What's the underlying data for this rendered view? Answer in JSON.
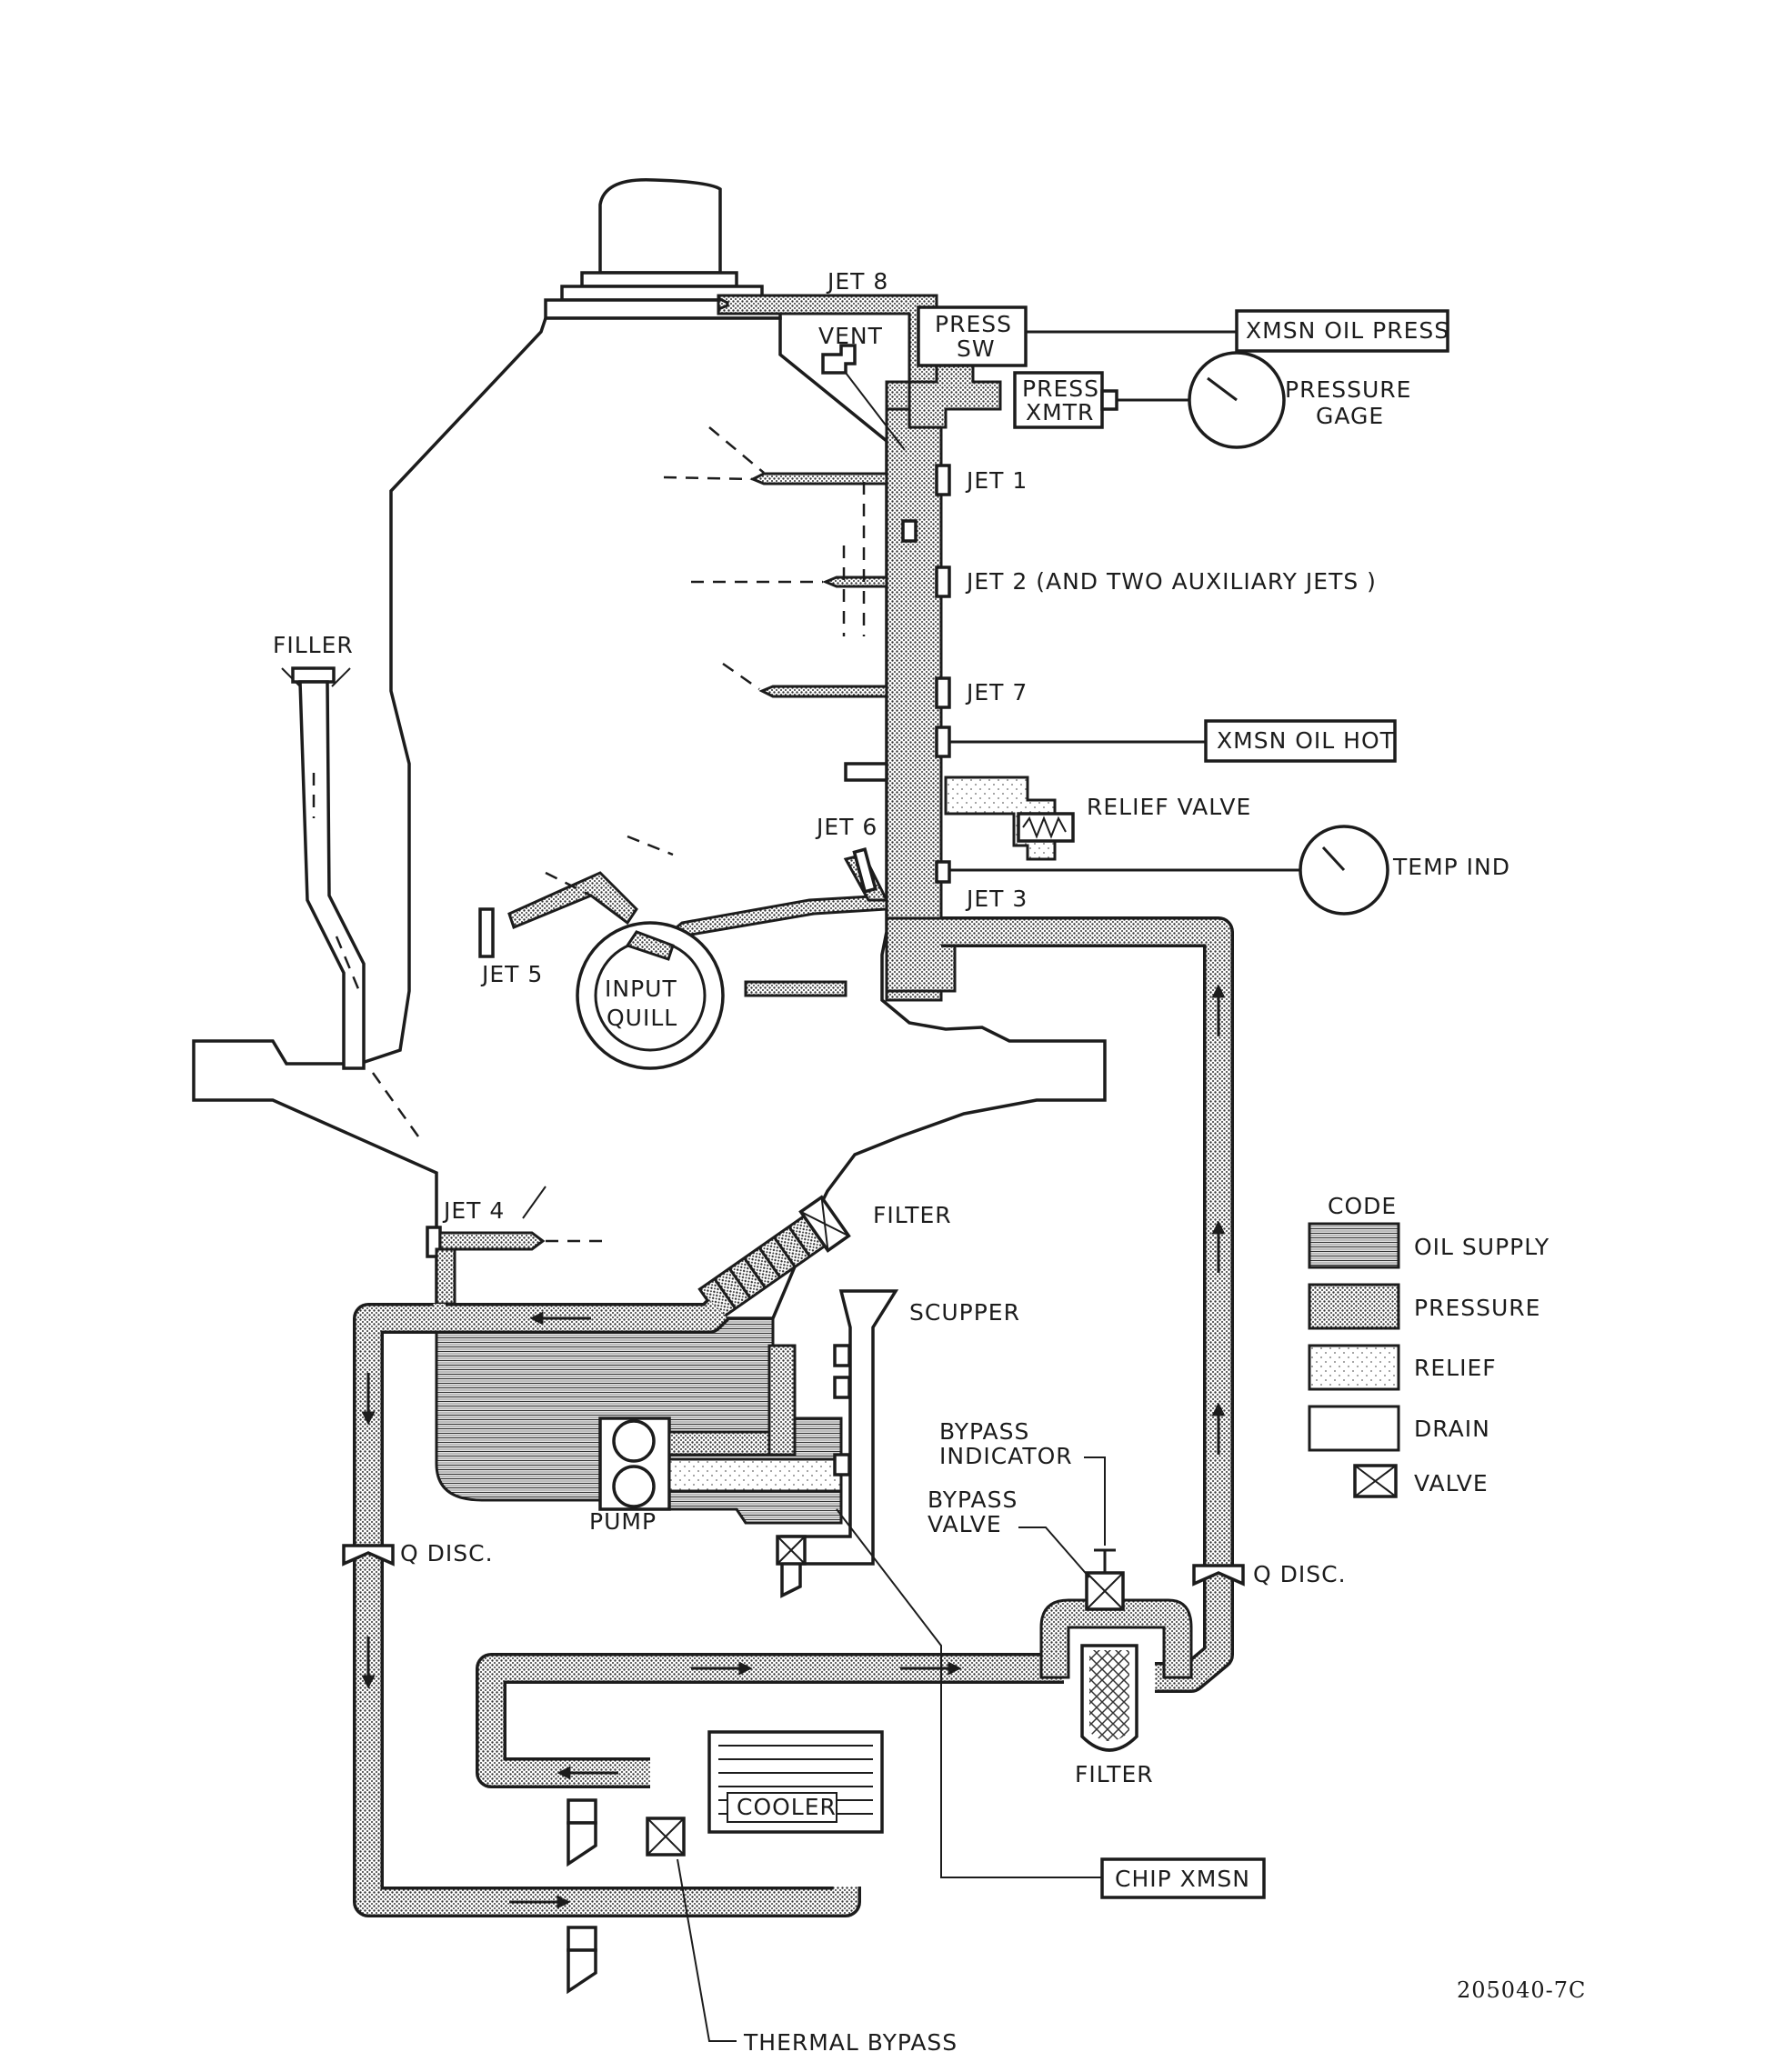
{
  "labels": {
    "jet8": "JET 8",
    "vent": "VENT",
    "press_sw": [
      "PRESS",
      "SW"
    ],
    "xmsn_oil_press": "XMSN OIL PRESS",
    "press_xmtr": [
      "PRESS",
      "XMTR"
    ],
    "pressure_gage": [
      "PRESSURE",
      "GAGE"
    ],
    "jet1": "JET 1",
    "jet2": "JET 2 (AND TWO AUXILIARY JETS )",
    "filler": "FILLER",
    "jet7": "JET 7",
    "xmsn_oil_hot": "XMSN OIL HOT",
    "relief_valve": "RELIEF VALVE",
    "jet6": "JET 6",
    "temp_ind": "TEMP IND",
    "jet3": "JET 3",
    "jet5": "JET 5",
    "input_quill": [
      "INPUT",
      "QUILL"
    ],
    "jet4": "JET 4",
    "filter_top": "FILTER",
    "scupper": "SCUPPER",
    "pump": "PUMP",
    "q_disc_left": "Q DISC.",
    "q_disc_right": "Q DISC.",
    "bypass_indicator": [
      "BYPASS",
      "INDICATOR"
    ],
    "bypass_valve": [
      "BYPASS",
      "VALVE"
    ],
    "filter_bottom": "FILTER",
    "cooler": "COOLER",
    "chip_xmsn": "CHIP XMSN",
    "thermal_bypass": "THERMAL BYPASS",
    "figure_id": "205040-7C"
  },
  "legend": {
    "title": "CODE",
    "items": [
      {
        "label": "OIL SUPPLY",
        "pattern": "supply"
      },
      {
        "label": "PRESSURE",
        "pattern": "pressure"
      },
      {
        "label": "RELIEF",
        "pattern": "relief"
      },
      {
        "label": "DRAIN",
        "pattern": "drain"
      },
      {
        "label": "VALVE",
        "pattern": "valve"
      }
    ]
  },
  "colors": {
    "ink": "#1c1c1c",
    "paper": "#ffffff"
  }
}
